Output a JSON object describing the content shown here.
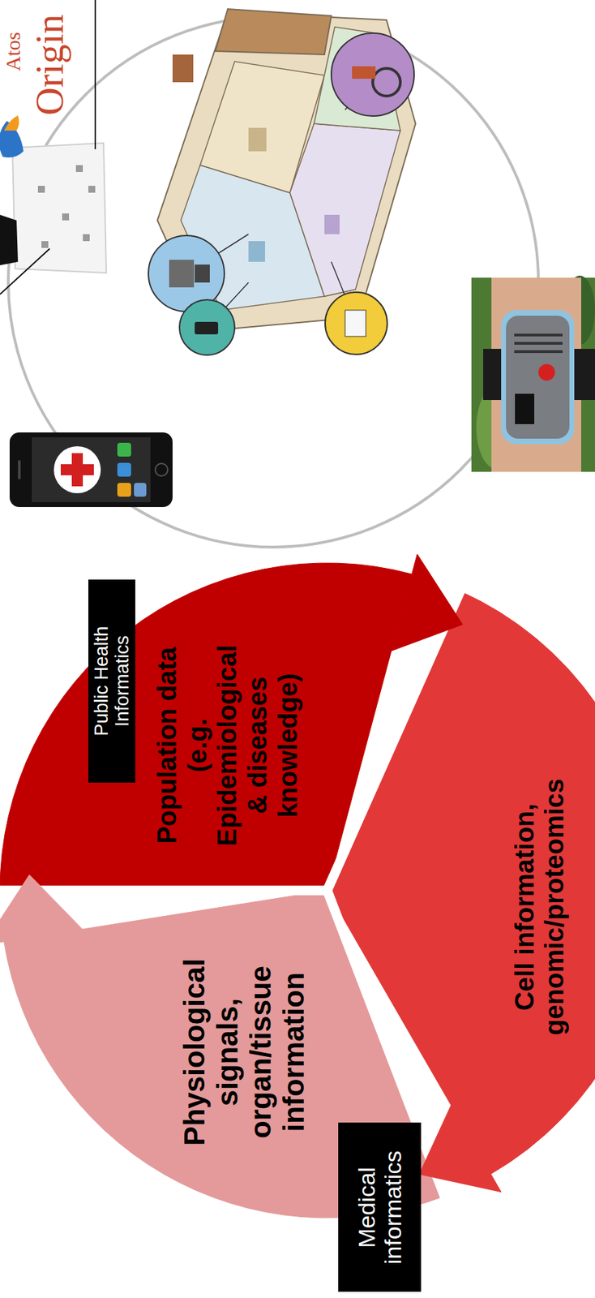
{
  "diagram": {
    "nodes": [
      {
        "text": [
          "Public Health Informatics"
        ]
      },
      {
        "text": [
          "Population data (e.g. Epidemiological & diseases knowledge)"
        ]
      },
      {
        "text": [
          "Physiological signals, organ/tissue information"
        ]
      },
      {
        "text": [
          "Medical informatics"
        ]
      },
      {
        "text": [
          "Cell information, genomic/proteomics"
        ]
      }
    ],
    "labels": [
      "Atos",
      "Origin"
    ]
  }
}
